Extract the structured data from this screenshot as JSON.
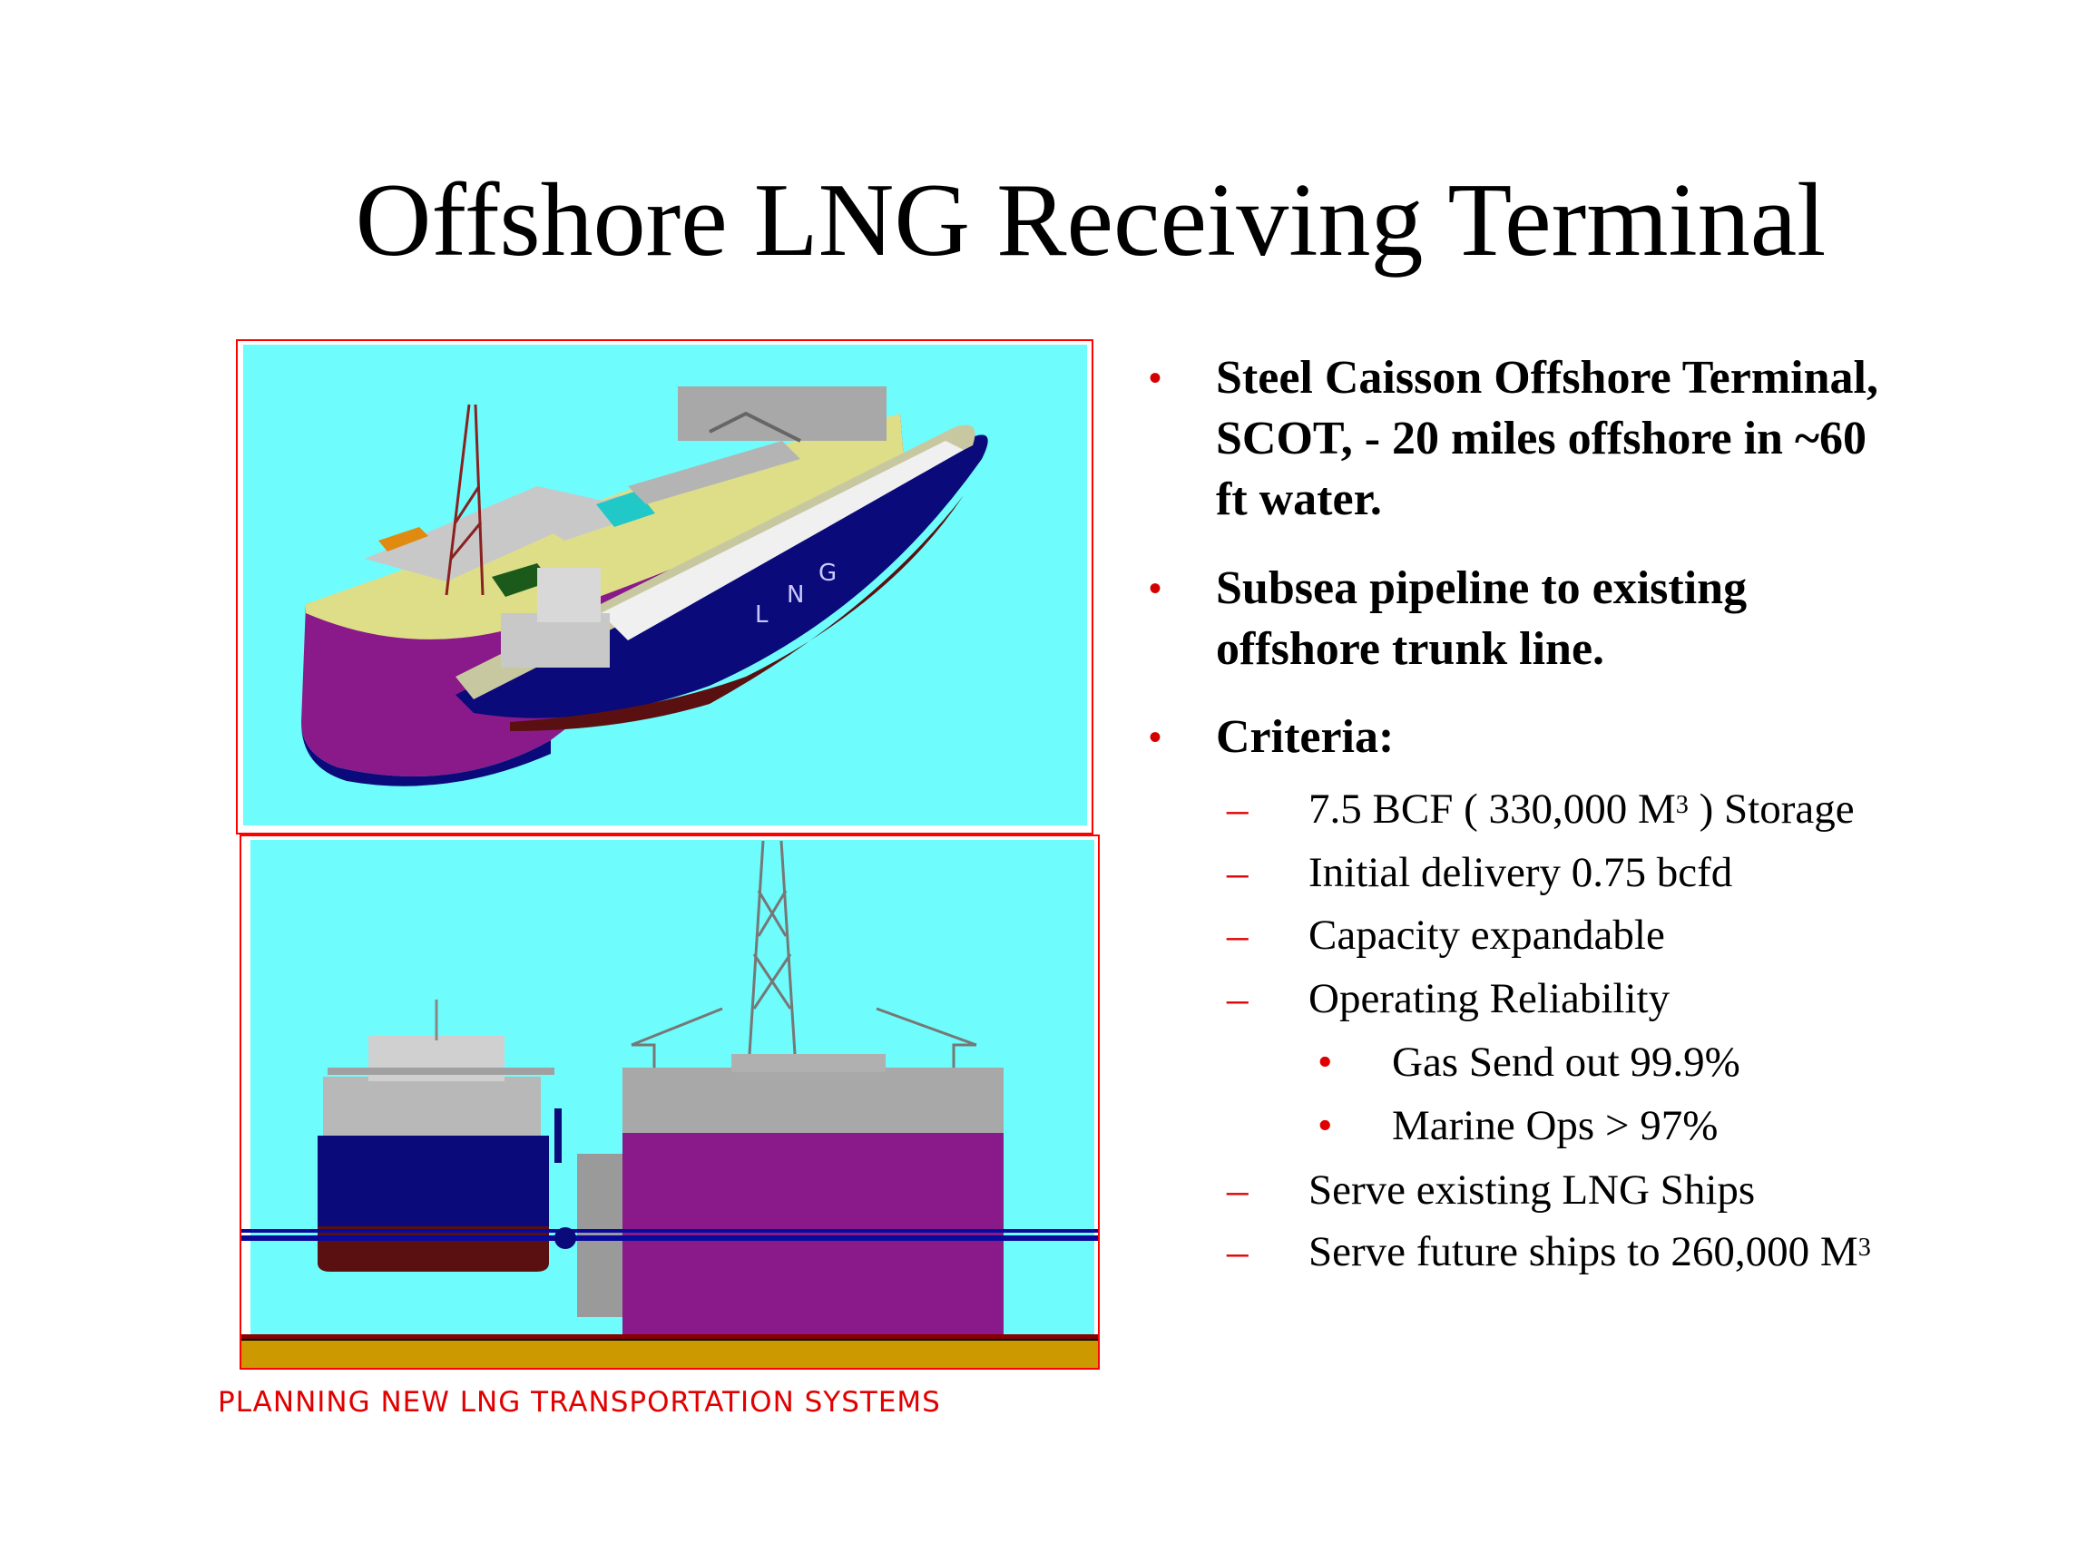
{
  "title": "Offshore LNG Receiving Terminal",
  "bullets": [
    {
      "lines": [
        "Steel Caisson Offshore Terminal,",
        "SCOT, - 20 miles offshore in ~60",
        "ft water."
      ]
    },
    {
      "lines": [
        "Subsea pipeline to existing",
        "offshore trunk line."
      ]
    },
    {
      "lines": [
        "Criteria:"
      ]
    }
  ],
  "criteria": [
    {
      "text": "7.5 BCF ( 330,000 M",
      "sup": "3",
      "after": " ) Storage"
    },
    {
      "text": "Initial delivery 0.75 bcfd"
    },
    {
      "text": "Capacity expandable"
    },
    {
      "text": "Operating Reliability"
    },
    {
      "text": "Serve existing LNG Ships"
    },
    {
      "text": "Serve future ships to 260,000 M",
      "sup": "3"
    }
  ],
  "reliability": [
    {
      "text": "Gas Send out 99.9%"
    },
    {
      "text": "Marine Ops > 97%"
    }
  ],
  "markers": {
    "bullet": "•",
    "dash": "–"
  },
  "ship_lettering": [
    "L",
    "N",
    "G"
  ],
  "footer": "PLANNING NEW LNG TRANSPORTATION SYSTEMS",
  "colors": {
    "accent": "#e00000",
    "sky": "#6ffcfc",
    "hull_terminal": "#8a1a8a",
    "hull_ship": "#0a0a7a",
    "seabed": "#cc9900"
  }
}
